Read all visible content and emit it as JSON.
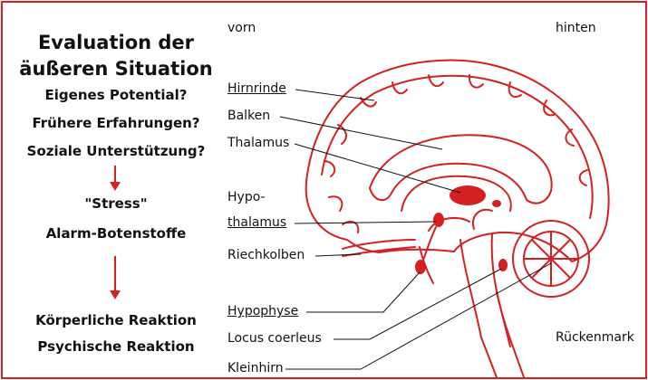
{
  "left_panel": {
    "title_line1": "Evaluation der",
    "title_line2": "äußeren Situation",
    "questions": [
      "Eigenes Potential?",
      "Frühere Erfahrungen?",
      "Soziale Unterstützung?"
    ],
    "stress": "\"Stress\"",
    "alarm": "Alarm-Botenstoffe",
    "reaction1": "Körperliche Reaktion",
    "reaction2": "Psychische Reaktion"
  },
  "orientation": {
    "front": "vorn",
    "back": "hinten"
  },
  "labels": {
    "hirnrinde": "Hirnrinde",
    "balken": "Balken",
    "thalamus": "Thalamus",
    "hypo1": "Hypo-",
    "hypo2": "thalamus",
    "riechkolben": "Riechkolben",
    "hypophyse": "Hypophyse",
    "locus": "Locus coerleus",
    "kleinhirn": "Kleinhirn",
    "rueckenmark": "Rückenmark"
  },
  "colors": {
    "accent": "#d42020",
    "text": "#111111",
    "background": "#ffffff"
  }
}
